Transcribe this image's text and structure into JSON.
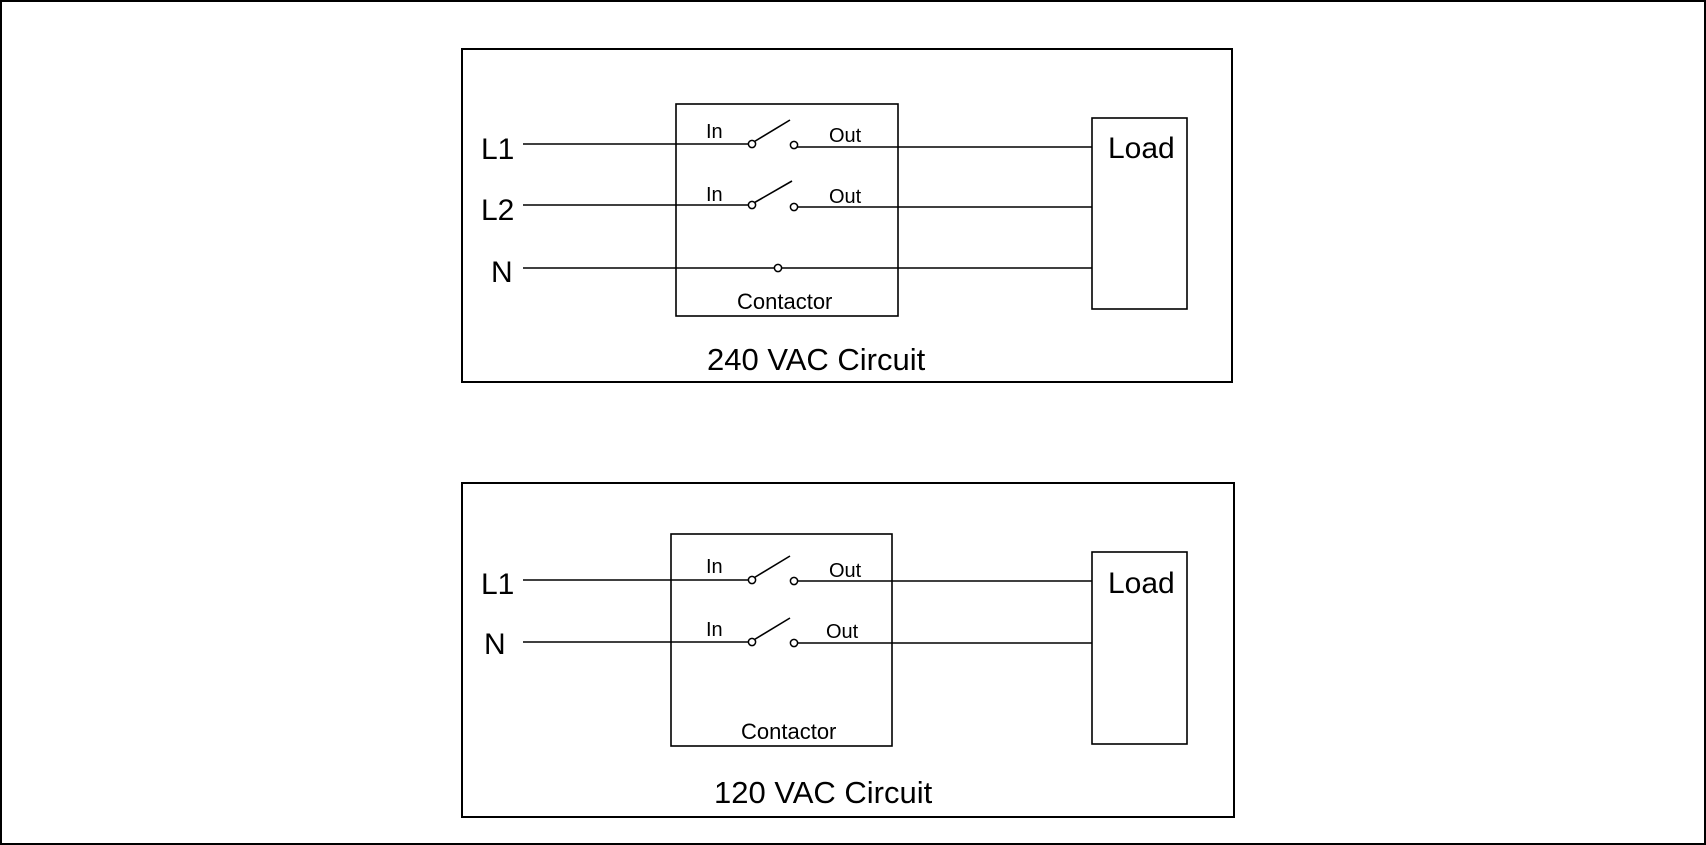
{
  "circuits": [
    {
      "id": "240vac",
      "title": "240 VAC Circuit",
      "contactor_label": "Contactor",
      "load_label": "Load",
      "lines": [
        {
          "label": "L1",
          "switched": true,
          "in_label": "In",
          "out_label": "Out"
        },
        {
          "label": "L2",
          "switched": true,
          "in_label": "In",
          "out_label": "Out"
        },
        {
          "label": "N",
          "switched": false
        }
      ]
    },
    {
      "id": "120vac",
      "title": "120 VAC Circuit",
      "contactor_label": "Contactor",
      "load_label": "Load",
      "lines": [
        {
          "label": "L1",
          "switched": true,
          "in_label": "In",
          "out_label": "Out"
        },
        {
          "label": "N",
          "switched": true,
          "in_label": "In",
          "out_label": "Out"
        }
      ]
    }
  ]
}
